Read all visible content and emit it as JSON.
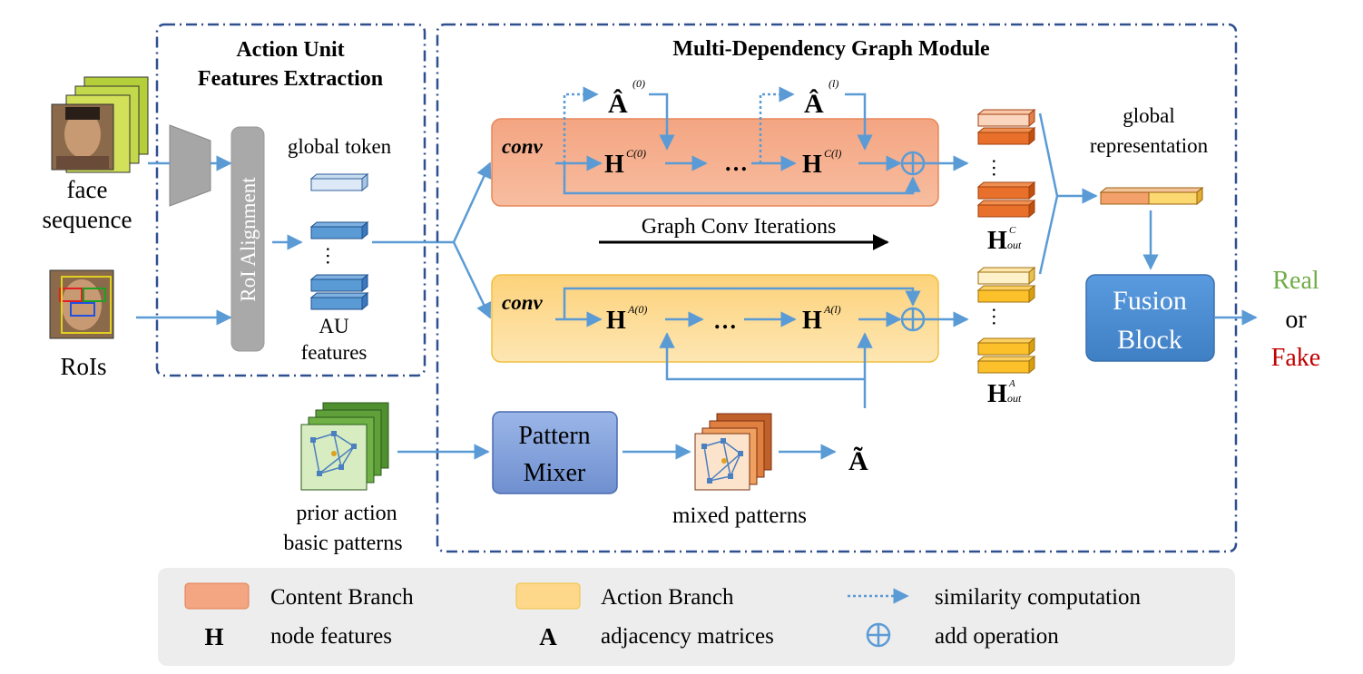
{
  "inputs": {
    "face_line1": "face",
    "face_line2": "sequence",
    "rois": "RoIs"
  },
  "au_extraction": {
    "title_line1": "Action Unit",
    "title_line2": "Features Extraction",
    "roi_alignment": "RoI Alignment",
    "global_token": "global token",
    "ellipsis": "···",
    "au_line1": "AU",
    "au_line2": "features"
  },
  "graph_module": {
    "title": "Multi-Dependency Graph Module",
    "conv": "conv",
    "h": "H",
    "a_hat": "Â",
    "sup_c0": "C(0)",
    "sup_cl": "C(l)",
    "sup_a0": "A(0)",
    "sup_al": "A(l)",
    "sup_hat0": "(0)",
    "sup_hatl": "(l)",
    "dots": "…",
    "iterations": "Graph Conv Iterations",
    "pattern_mixer_line1": "Pattern",
    "pattern_mixer_line2": "Mixer",
    "mixed_patterns": "mixed patterns",
    "a_tilde": "Ã",
    "prior_line1": "prior action",
    "prior_line2": "basic patterns"
  },
  "outputs": {
    "h_out": "H",
    "sub_out": "out",
    "sup_c": "C",
    "sup_a": "A",
    "global_line1": "global",
    "global_line2": "representation",
    "fusion_line1": "Fusion",
    "fusion_line2": "Block",
    "real": "Real",
    "or": "or",
    "fake": "Fake"
  },
  "legend": {
    "content_branch": "Content Branch",
    "action_branch": "Action Branch",
    "similarity": "similarity computation",
    "h_symbol": "H",
    "node_features": "node features",
    "a_symbol": "A",
    "adjacency": "adjacency matrices",
    "add_operation": "add operation"
  },
  "colors": {
    "arrow": "#5b9bd5",
    "dashed_border": "#2f4f8f",
    "content_fill": "#f4a582",
    "action_fill": "#fdd88a",
    "fusion_fill": "#4d8fd0",
    "mixer_fill": "#7a9ad6",
    "real": "#70ad47",
    "fake": "#c00000"
  }
}
